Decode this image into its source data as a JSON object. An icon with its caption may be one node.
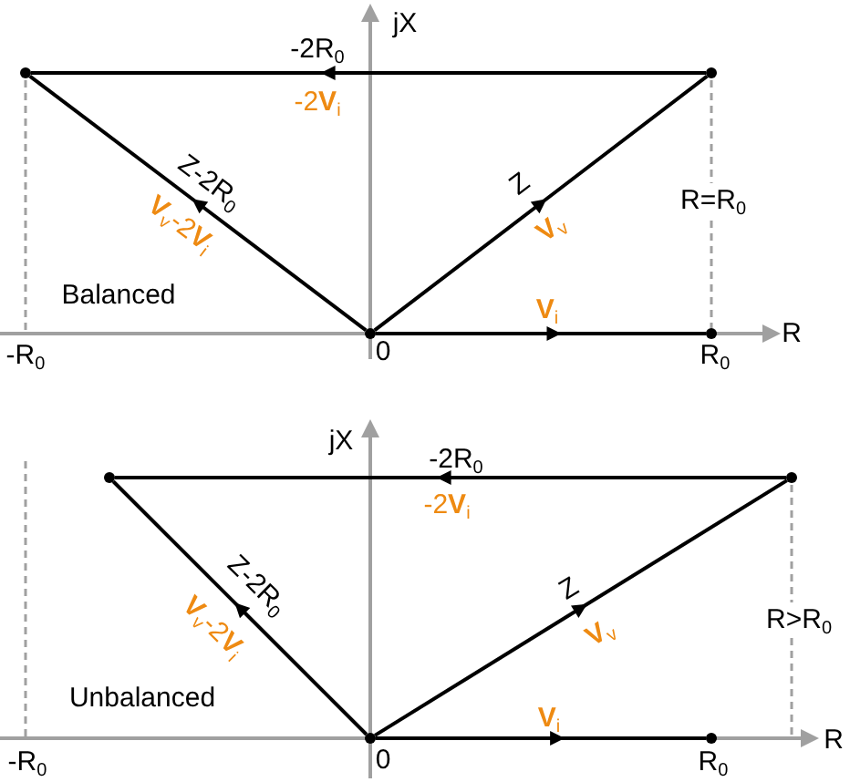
{
  "diagram": {
    "nodes": [
      {
        "text": [],
        "shape": "circle"
      },
      {
        "text": [],
        "shape": "circle"
      },
      {
        "text": [],
        "shape": "circle"
      },
      {
        "text": [],
        "shape": "circle"
      },
      {
        "text": [],
        "shape": "circle"
      },
      {
        "text": [],
        "shape": "circle"
      },
      {
        "text": [],
        "shape": "circle"
      },
      {
        "text": [],
        "shape": "circle"
      }
    ],
    "edges": [
      {
        "from": 0,
        "to": 2,
        "arrow": "to",
        "label": "Z"
      },
      {
        "from": 2,
        "to": 3,
        "arrow": "to",
        "label": "-2R$_{0}$"
      },
      {
        "from": 0,
        "to": 3,
        "arrow": "to",
        "label": "Z-2R$_{0}$"
      },
      {
        "from": 0,
        "to": 1,
        "arrow": "to"
      },
      {
        "from": 4,
        "to": 6,
        "arrow": "to",
        "label": "Z"
      },
      {
        "from": 6,
        "to": 7,
        "arrow": "to",
        "label": "-2R$_{0}$"
      },
      {
        "from": 4,
        "to": 7,
        "arrow": "to",
        "label": "Z-2R$_{0}$"
      },
      {
        "from": 4,
        "to": 5,
        "arrow": "to"
      }
    ],
    "labels": [
      "jX",
      "-2**V**$_{i}$",
      "**V**$_{v}$-2**V**$_{i}$",
      "**V**$_{v}$",
      "R=R$_{0}$",
      "Balanced",
      "**V**$_{i}$",
      "R",
      "-R$_{0}$",
      "0",
      "R$_{0}$",
      "jX",
      "-2**V**$_{i}$",
      "**V**$_{v}$-2**V**$_{i}$",
      "**V**$_{v}$",
      "R>R$_{0}$",
      "Unbalanced",
      "**V**$_{i}$",
      "R",
      "-R$_{0}$",
      "0",
      "R$_{0}$"
    ]
  }
}
